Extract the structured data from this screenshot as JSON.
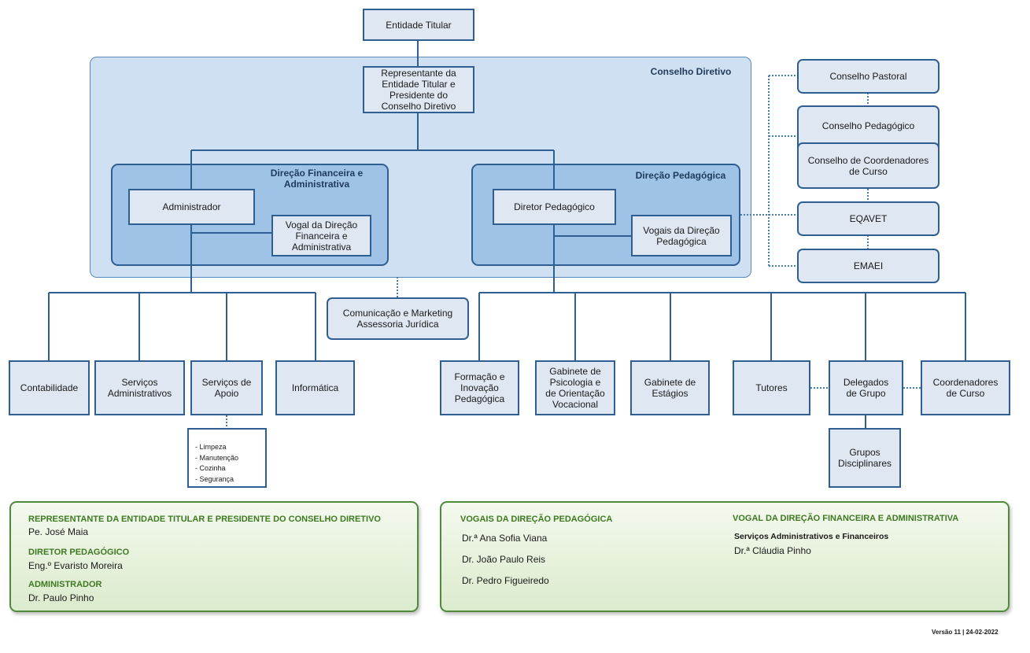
{
  "colors": {
    "node_fill": "#dfe7f2",
    "node_border": "#2f5f92",
    "conselho_diretivo_fill": "#cfe0f2",
    "direcao_fill": "#9ec3e6",
    "panel_border": "#4f8a3a",
    "panel_heading": "#3d7a22",
    "connector": "#2f5f92"
  },
  "org": {
    "entidade_titular": "Entidade Titular",
    "conselho_diretivo": {
      "title": "Conselho Diretivo",
      "representante": "Representante da\nEntidade Titular e\nPresidente do\nConselho Diretivo"
    },
    "direcao_financeira": {
      "title": "Direção Financeira e\nAdministrativa",
      "administrador": "Administrador",
      "vogal": "Vogal da Direção\nFinanceira e\nAdministrativa"
    },
    "direcao_pedagogica": {
      "title": "Direção Pedagógica",
      "diretor": "Diretor Pedagógico",
      "vogais": "Vogais da Direção\nPedagógica"
    },
    "side_councils": [
      "Conselho Pastoral",
      "Conselho Pedagógico",
      "Conselho de Coordenadores\nde Curso",
      "EQAVET",
      "EMAEI"
    ],
    "comunicacao": "Comunicação e Marketing\nAssessoria Jurídica",
    "admin_units": [
      "Contabilidade",
      "Serviços\nAdministrativos",
      "Serviços de\nApoio",
      "Informática"
    ],
    "apoio_list": [
      "- Limpeza",
      "- Manutenção",
      "- Cozinha",
      "- Segurança"
    ],
    "ped_units": [
      "Formação e\nInovação\nPedagógica",
      "Gabinete de\nPsicologia e\nde Orientação\nVocacional",
      "Gabinete de\nEstágios",
      "Tutores",
      "Delegados\nde Grupo",
      "Coordenadores\nde Curso"
    ],
    "grupos_disciplinares": "Grupos\nDisciplinares"
  },
  "legend_left": {
    "sections": [
      {
        "heading": "REPRESENTANTE DA ENTIDADE TITULAR E PRESIDENTE DO CONSELHO DIRETIVO",
        "name": "Pe. José Maia"
      },
      {
        "heading": "DIRETOR PEDAGÓGICO",
        "name": "Eng.º Evaristo Moreira"
      },
      {
        "heading": "ADMINISTRADOR",
        "name": "Dr. Paulo Pinho"
      }
    ]
  },
  "legend_right": {
    "vogais_heading": "VOGAIS DA DIREÇÃO PEDAGÓGICA",
    "vogais_names": [
      "Dr.ª Ana Sofia Viana",
      "Dr. João Paulo Reis",
      "Dr. Pedro Figueiredo"
    ],
    "vogal_heading": "VOGAL DA DIREÇÃO FINANCEIRA E ADMINISTRATIVA",
    "vogal_subheading": "Serviços Administrativos e Financeiros",
    "vogal_name": "Dr.ª Cláudia Pinho"
  },
  "footer": "Versão 11 | 24-02-2022"
}
